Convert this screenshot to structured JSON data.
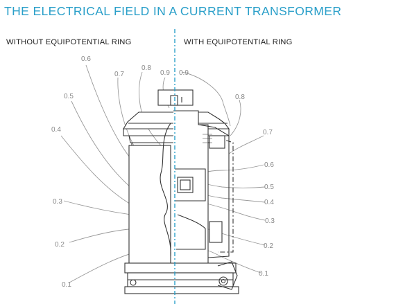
{
  "title": "THE ELECTRICAL FIELD IN A CURRENT TRANSFORMER",
  "subtitle_left": "WITHOUT EQUIPOTENTIAL RING",
  "subtitle_right": "WITH EQUIPOTENTIAL RING",
  "colors": {
    "title": "#2a9fc9",
    "axis": "#2a9fc9",
    "drawing": "#333333",
    "field_lines": "#9a9a9a",
    "labels": "#888888"
  },
  "left_labels": [
    "0.6",
    "0.7",
    "0.8",
    "0.9",
    "0.5",
    "0.4",
    "0.3",
    "0.2",
    "0.1"
  ],
  "right_labels": [
    "0.9",
    "0.8",
    "0.7",
    "0.6",
    "0.5",
    "0.4",
    "0.3",
    "0.2",
    "0.1"
  ]
}
